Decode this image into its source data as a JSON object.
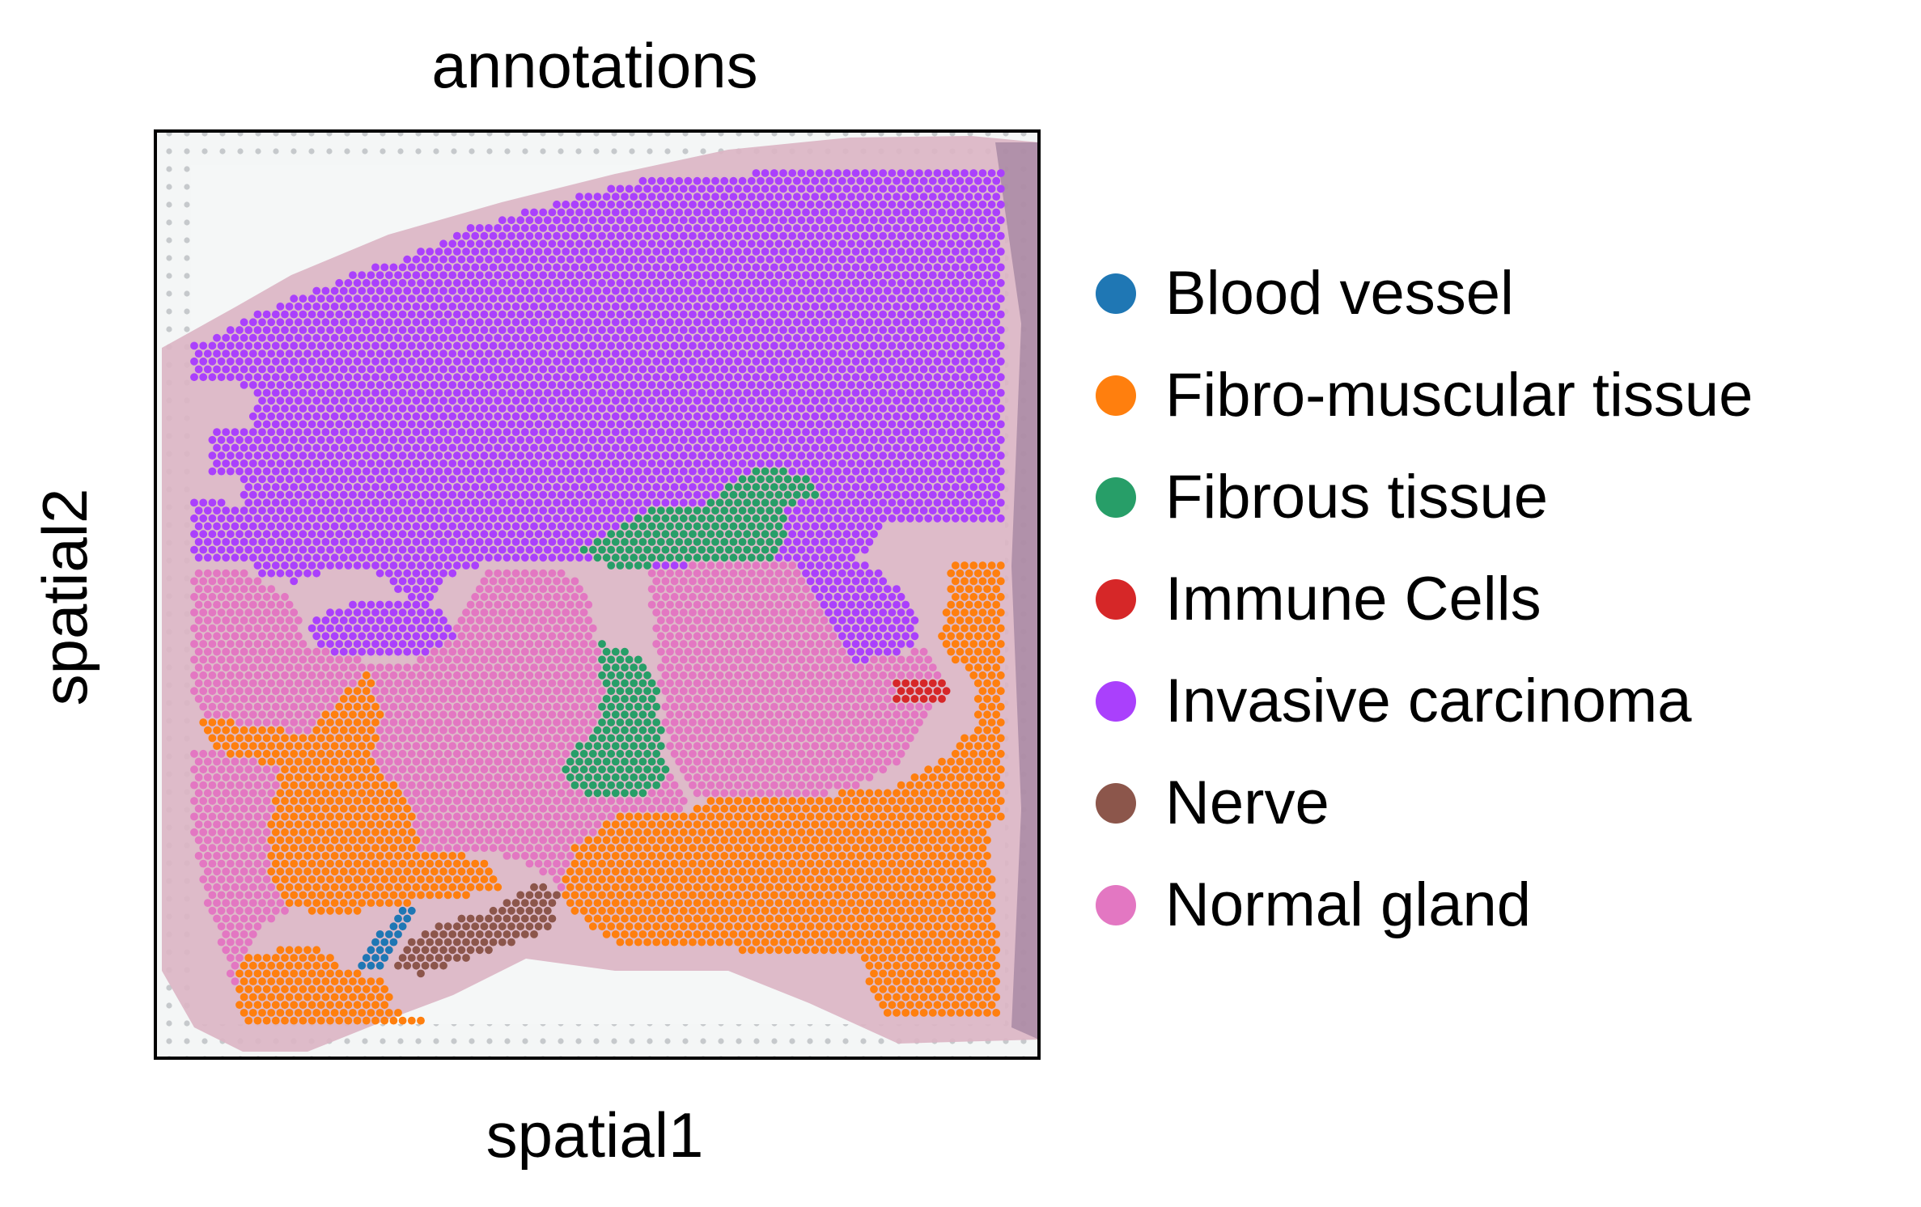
{
  "chart_data": {
    "type": "scatter",
    "title": "annotations",
    "xlabel": "spatial1",
    "ylabel": "spatial2",
    "legend_position": "right",
    "categories": [
      {
        "name": "Blood vessel",
        "color": "#1f77b4"
      },
      {
        "name": "Fibro-muscular tissue",
        "color": "#ff7f0e"
      },
      {
        "name": "Fibrous tissue",
        "color": "#279e68"
      },
      {
        "name": "Immune Cells",
        "color": "#d62728"
      },
      {
        "name": "Invasive carcinoma",
        "color": "#aa40fc"
      },
      {
        "name": "Nerve",
        "color": "#8c564b"
      },
      {
        "name": "Normal gland",
        "color": "#e377c2"
      }
    ]
  }
}
